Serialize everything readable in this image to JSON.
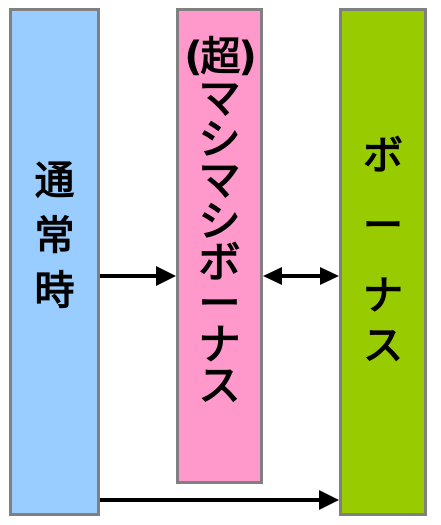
{
  "colors": {
    "normal_fill": "#99ccff",
    "super_fill": "#ff99cc",
    "bonus_fill": "#99cc00",
    "border": "#808080",
    "arrow": "#000000"
  },
  "boxes": {
    "normal": {
      "label": "通常時",
      "chars": [
        "通",
        "常",
        "時"
      ]
    },
    "super": {
      "label": "(超)マシマシボーナス",
      "prefix": "(超)",
      "chars": [
        "マ",
        "シ",
        "マ",
        "シ",
        "ボ",
        "ー",
        "ナ",
        "ス"
      ]
    },
    "bonus": {
      "label": "ボーナス",
      "chars": [
        "ボ",
        "ー",
        "ナ",
        "ス"
      ]
    }
  },
  "edges": [
    {
      "from": "normal",
      "to": "super",
      "direction": "forward"
    },
    {
      "from": "super",
      "to": "bonus",
      "direction": "both"
    },
    {
      "from": "normal",
      "to": "bonus",
      "direction": "forward"
    }
  ]
}
